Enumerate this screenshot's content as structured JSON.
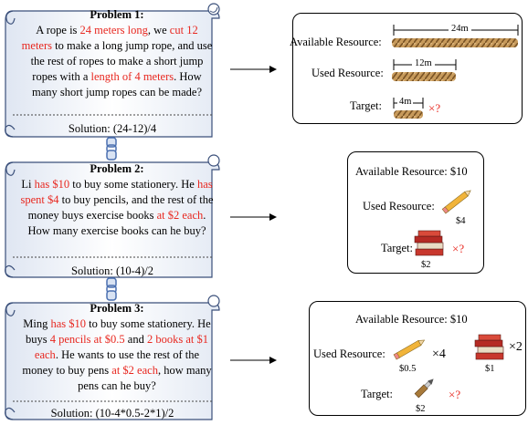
{
  "problems": [
    {
      "title": "Problem 1:",
      "segments": [
        {
          "t": "A rope is ",
          "r": false
        },
        {
          "t": "24 meters long",
          "r": true
        },
        {
          "t": ", we ",
          "r": false
        },
        {
          "t": "cut 12 meters",
          "r": true
        },
        {
          "t": " to make a long jump rope, and use the rest of ropes to make a short jump ropes with a ",
          "r": false
        },
        {
          "t": "length of 4 meters",
          "r": true
        },
        {
          "t": ". How many short jump ropes can be made?",
          "r": false
        }
      ],
      "solution": "Solution: (24-12)/4"
    },
    {
      "title": "Problem 2:",
      "segments": [
        {
          "t": "Li ",
          "r": false
        },
        {
          "t": "has $10",
          "r": true
        },
        {
          "t": " to buy some stationery. He ",
          "r": false
        },
        {
          "t": "has spent $4",
          "r": true
        },
        {
          "t": " to buy pencils, and the rest of the money buys exercise books ",
          "r": false
        },
        {
          "t": "at $2 each",
          "r": true
        },
        {
          "t": ". How many exercise books can he buy?",
          "r": false
        }
      ],
      "solution": "Solution: (10-4)/2"
    },
    {
      "title": "Problem 3:",
      "segments": [
        {
          "t": "Ming ",
          "r": false
        },
        {
          "t": "has $10",
          "r": true
        },
        {
          "t": " to buy some stationery. He buys ",
          "r": false
        },
        {
          "t": "4 pencils at $0.5",
          "r": true
        },
        {
          "t": " and ",
          "r": false
        },
        {
          "t": "2 books at $1 each",
          "r": true
        },
        {
          "t": ". He wants to use the rest of the money to buy pens ",
          "r": false
        },
        {
          "t": "at $2 each",
          "r": true
        },
        {
          "t": ", how many pens can he buy?",
          "r": false
        }
      ],
      "solution": "Solution: (10-4*0.5-2*1)/2"
    }
  ],
  "panel1": {
    "available_label": "Available Resource:",
    "used_label": "Used Resource:",
    "target_label": "Target:",
    "available_len": "24m",
    "used_len": "12m",
    "target_len": "4m",
    "unknown": "×?"
  },
  "panel2": {
    "available_label": "Available Resource: $10",
    "used_label": "Used Resource:",
    "used_price": "$4",
    "target_label": "Target:",
    "target_price": "$2",
    "unknown": "×?"
  },
  "panel3": {
    "available_label": "Available Resource: $10",
    "used_label": "Used Resource:",
    "pencil_price": "$0.5",
    "pencil_count": "×4",
    "book_price": "$1",
    "book_count": "×2",
    "target_label": "Target:",
    "target_price": "$2",
    "unknown": "×?"
  },
  "colors": {
    "highlight": "#e8271f",
    "scroll_outline": "#3a4f7a",
    "chain": "#4a6fb0"
  }
}
